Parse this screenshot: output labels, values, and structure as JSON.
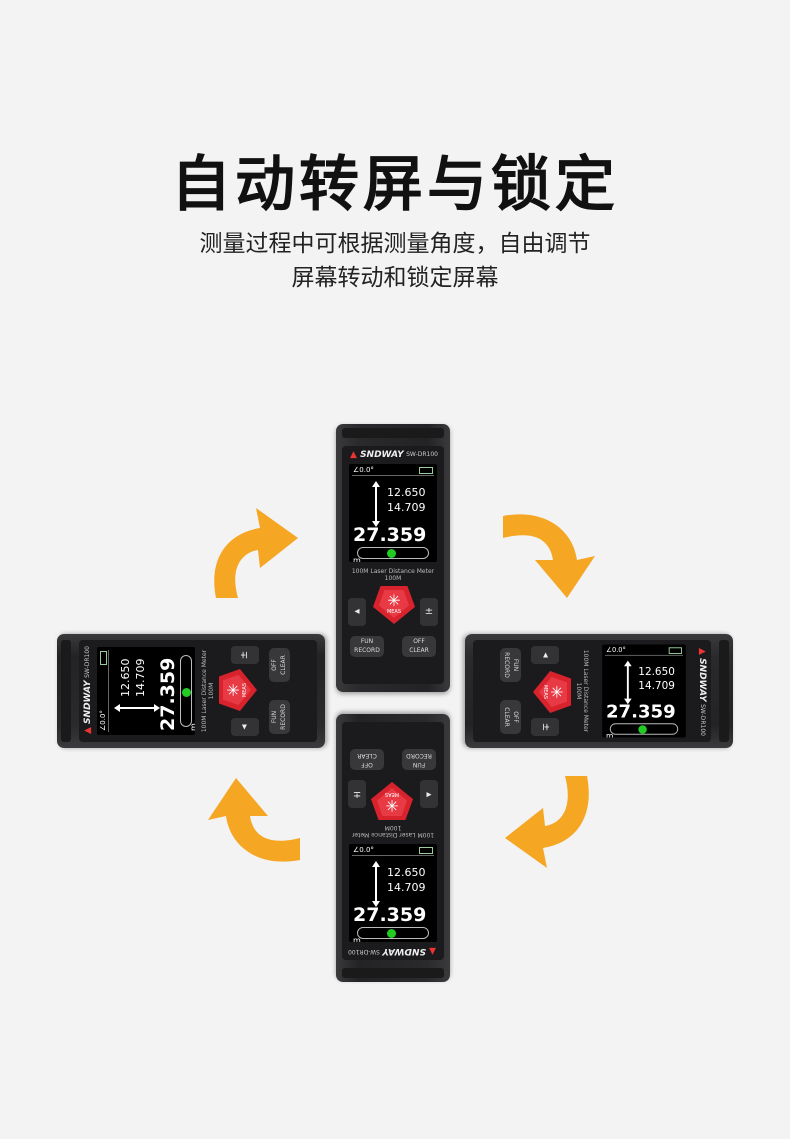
{
  "heading": {
    "title": "自动转屏与锁定",
    "subtitle_line1": "测量过程中可根据测量角度，自由调节",
    "subtitle_line2": "屏幕转动和锁定屏幕"
  },
  "device": {
    "brand": "SNDWAY",
    "model": "SW-DR100",
    "angle": "0.0°",
    "reading_upper": "12.650",
    "reading_lower": "14.709",
    "main_reading": "27.359",
    "unit": "m",
    "caption": "100M Laser Distance Meter 100M",
    "meas_label": "MEAS",
    "fun_label": "FUN",
    "record_label": "RECORD",
    "off_label": "OFF",
    "clear_label": "CLEAR",
    "plusminus": "±",
    "measure_dot_color": "#22cc22",
    "accent_red": "#d8232d",
    "arrow_color": "#f5a623"
  }
}
